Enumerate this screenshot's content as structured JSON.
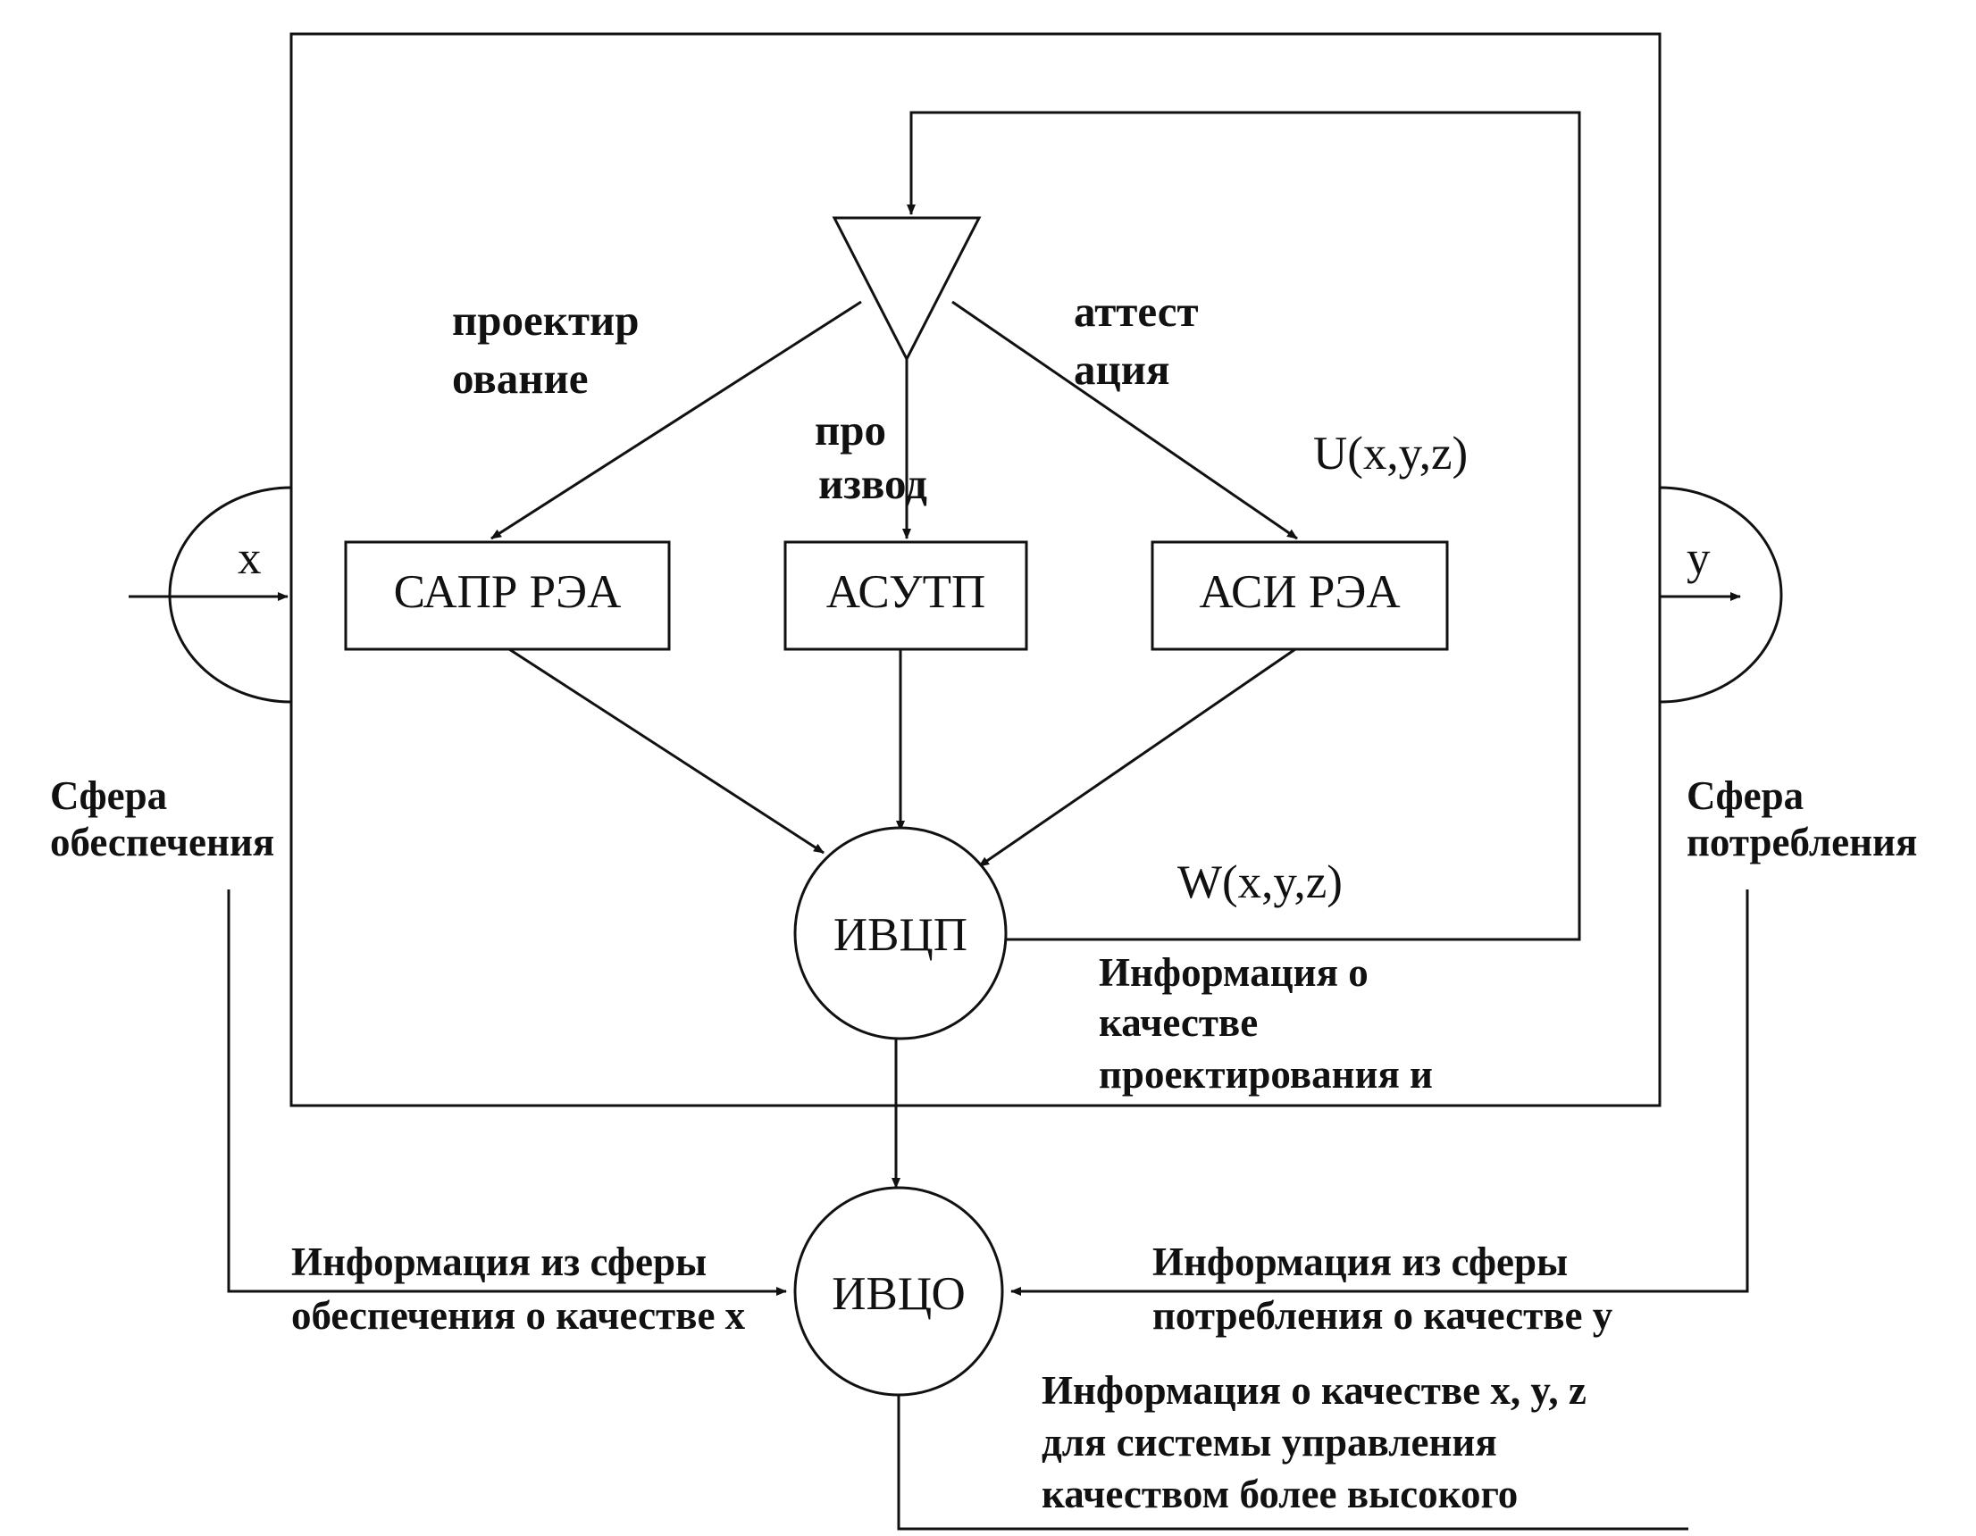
{
  "nodes": {
    "sapr": "САПР РЭА",
    "asutp": "АСУТП",
    "asi": "АСИ РЭА",
    "ivcp": "ИВЦП",
    "ivco": "ИВЦО"
  },
  "flow_labels": {
    "design_line1": "проектир",
    "design_line2": "ование",
    "production_line1": "про",
    "production_line2": "извод",
    "attestation_line1": "аттест",
    "attestation_line2": "ация"
  },
  "variables": {
    "x": "x",
    "y": "y",
    "u": "U(x,y,z)",
    "w": "W(x,y,z)"
  },
  "spheres": {
    "supply_line1": "Сфера",
    "supply_line2": "обеспечения",
    "consumption_line1": "Сфера",
    "consumption_line2": "потребления"
  },
  "info": {
    "quality_line1": "Информация о",
    "quality_line2": "качестве",
    "quality_line3": "проектирования и",
    "supply_line1": "Информация из сферы",
    "supply_line2": "обеспечения о качестве x",
    "consumption_line1": "Информация из сферы",
    "consumption_line2": "потребления о качестве y",
    "higher_line1": "Информация о качестве x, y, z",
    "higher_line2": "для системы управления",
    "higher_line3": "качеством более высокого"
  }
}
